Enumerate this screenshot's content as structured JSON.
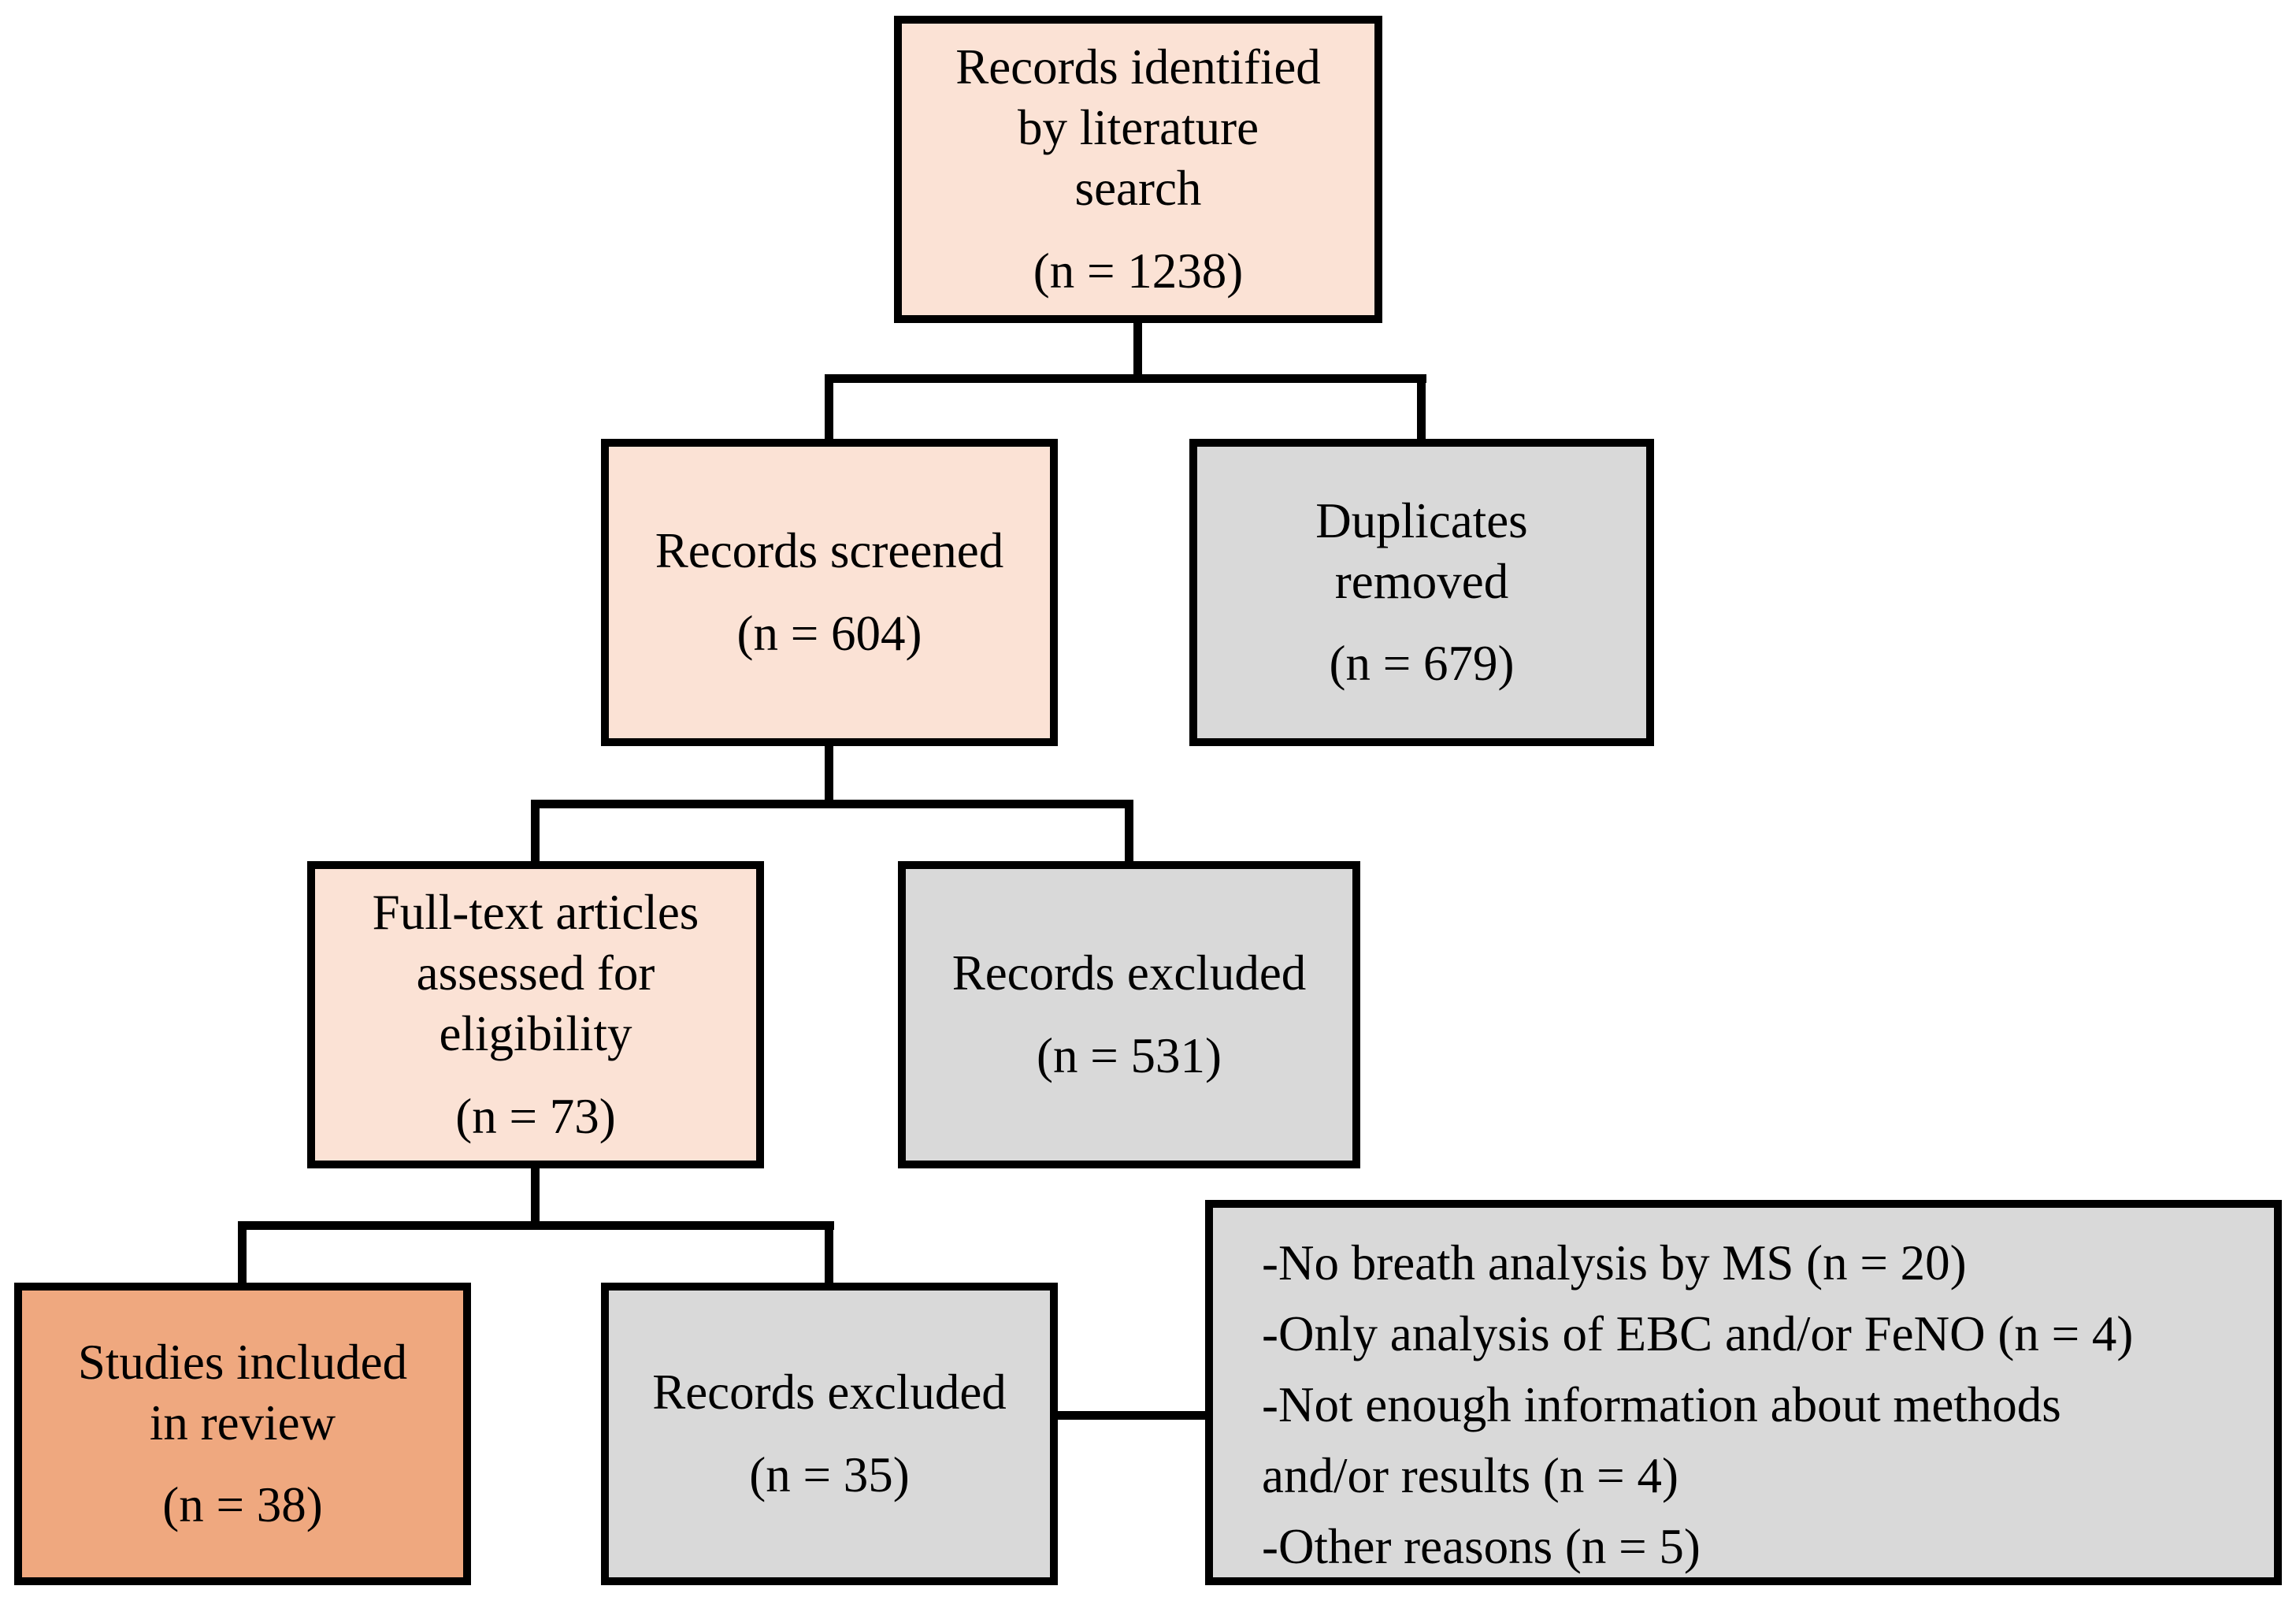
{
  "colors": {
    "pink": "#fbe2d5",
    "gray": "#d9d9d9",
    "orange": "#efa87f",
    "line": "#000000",
    "background": "#ffffff",
    "text": "#000000"
  },
  "flowchart": {
    "identified": {
      "label": "Records identified\nby literature\nsearch",
      "count": "(n = 1238)"
    },
    "screened": {
      "label": "Records screened",
      "count": "(n = 604)"
    },
    "duplicates_removed": {
      "label": "Duplicates\nremoved",
      "count": "(n = 679)"
    },
    "fulltext_assessed": {
      "label": "Full-text articles\nassessed for\neligibility",
      "count": "(n = 73)"
    },
    "records_excluded_screening": {
      "label": "Records excluded",
      "count": "(n = 531)"
    },
    "studies_included": {
      "label": "Studies included\nin review",
      "count": "(n = 38)"
    },
    "records_excluded_fulltext": {
      "label": "Records excluded",
      "count": "(n = 35)"
    },
    "exclusion_reasons": {
      "items": [
        "-No breath analysis by MS (n = 20)",
        "-Only analysis of EBC and/or FeNO (n = 4)",
        "-Not enough information about methods\nand/or results (n = 4)",
        "-Other reasons (n = 5)"
      ]
    }
  }
}
